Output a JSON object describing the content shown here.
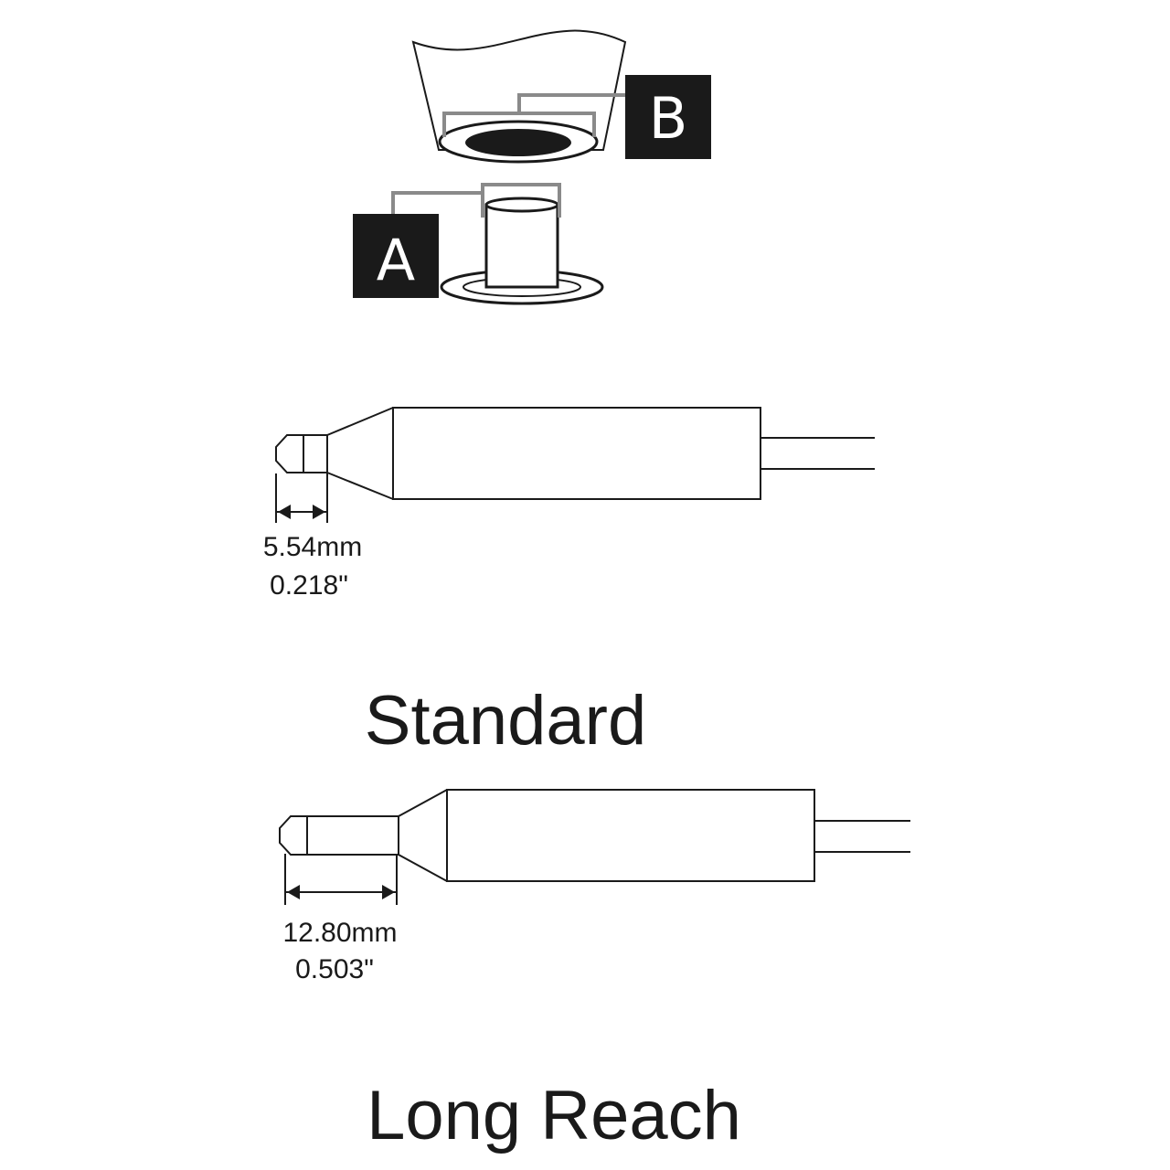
{
  "callouts": {
    "a": "A",
    "b": "B"
  },
  "standard": {
    "dimension_mm": "5.54mm",
    "dimension_in": "0.218\"",
    "title": "Standard"
  },
  "long_reach": {
    "dimension_mm": "12.80mm",
    "dimension_in": "0.503\"",
    "title": "Long Reach"
  },
  "colors": {
    "line": "#1a1a1a",
    "leader": "#8a8a8a",
    "label_fill": "#1a1a1a"
  }
}
